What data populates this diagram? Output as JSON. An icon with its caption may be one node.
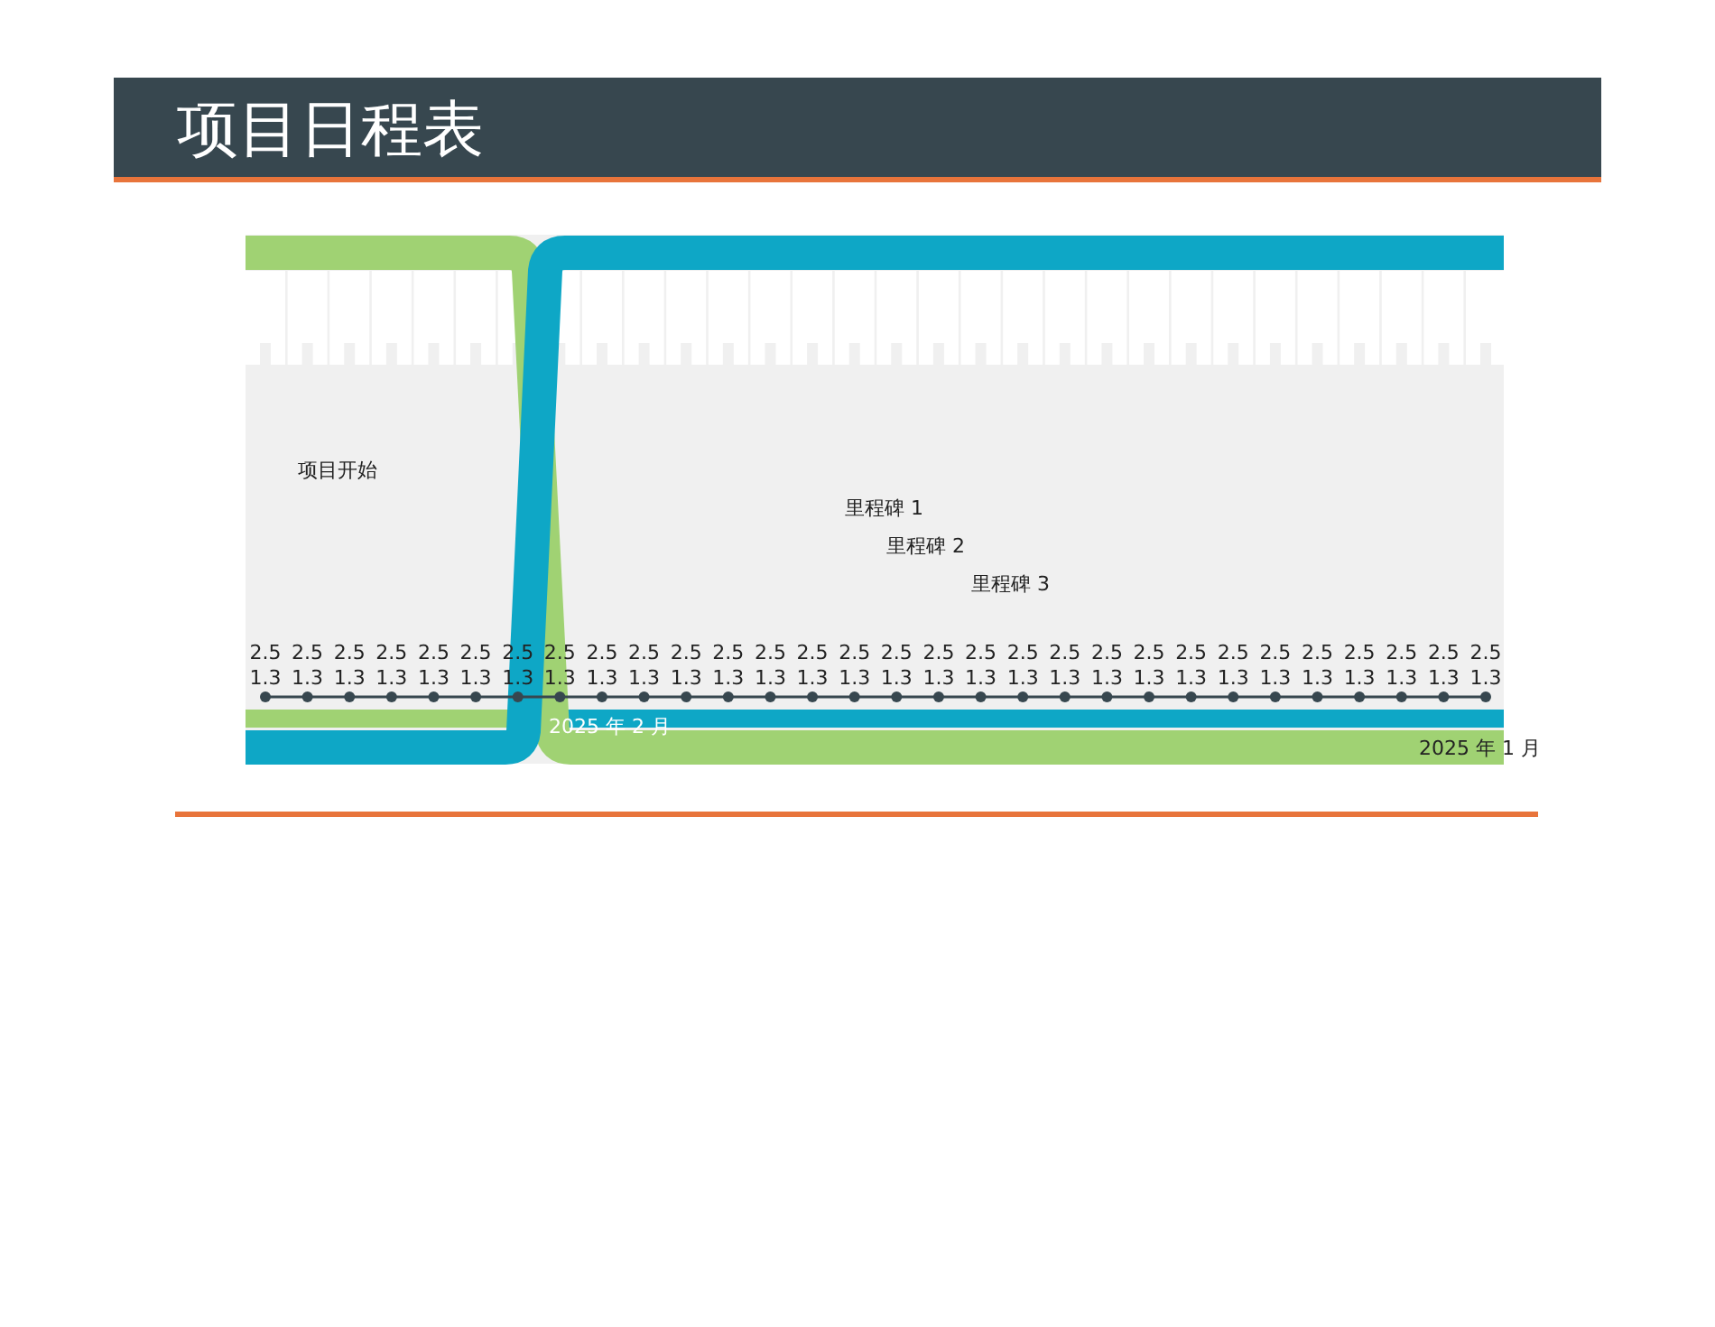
{
  "diagram": {
    "title": "项目日程表",
    "labels": [
      "项目开始",
      "里程碑 1",
      "里程碑 2",
      "里程碑 3",
      "2.5",
      "2.5",
      "2.5",
      "2.5",
      "2.5",
      "2.5",
      "2.5",
      "2.5",
      "2.5",
      "2.5",
      "2.5",
      "2.5",
      "2.5",
      "2.5",
      "2.5",
      "2.5",
      "2.5",
      "2.5",
      "2.5",
      "2.5",
      "2.5",
      "2.5",
      "2.5",
      "2.5",
      "2.5",
      "2.5",
      "2.5",
      "2.5",
      "2.5",
      "2.5",
      "1.3",
      "1.3",
      "1.3",
      "1.3",
      "1.3",
      "1.3",
      "1.3",
      "1.3",
      "1.3",
      "1.3",
      "1.3",
      "1.3",
      "1.3",
      "1.3",
      "1.3",
      "1.3",
      "1.3",
      "1.3",
      "1.3",
      "1.3",
      "1.3",
      "1.3",
      "1.3",
      "1.3",
      "1.3",
      "1.3",
      "1.3",
      "1.3",
      "1.3",
      "1.3",
      "2025 年 2 月",
      "2025 年 1 月"
    ]
  }
}
